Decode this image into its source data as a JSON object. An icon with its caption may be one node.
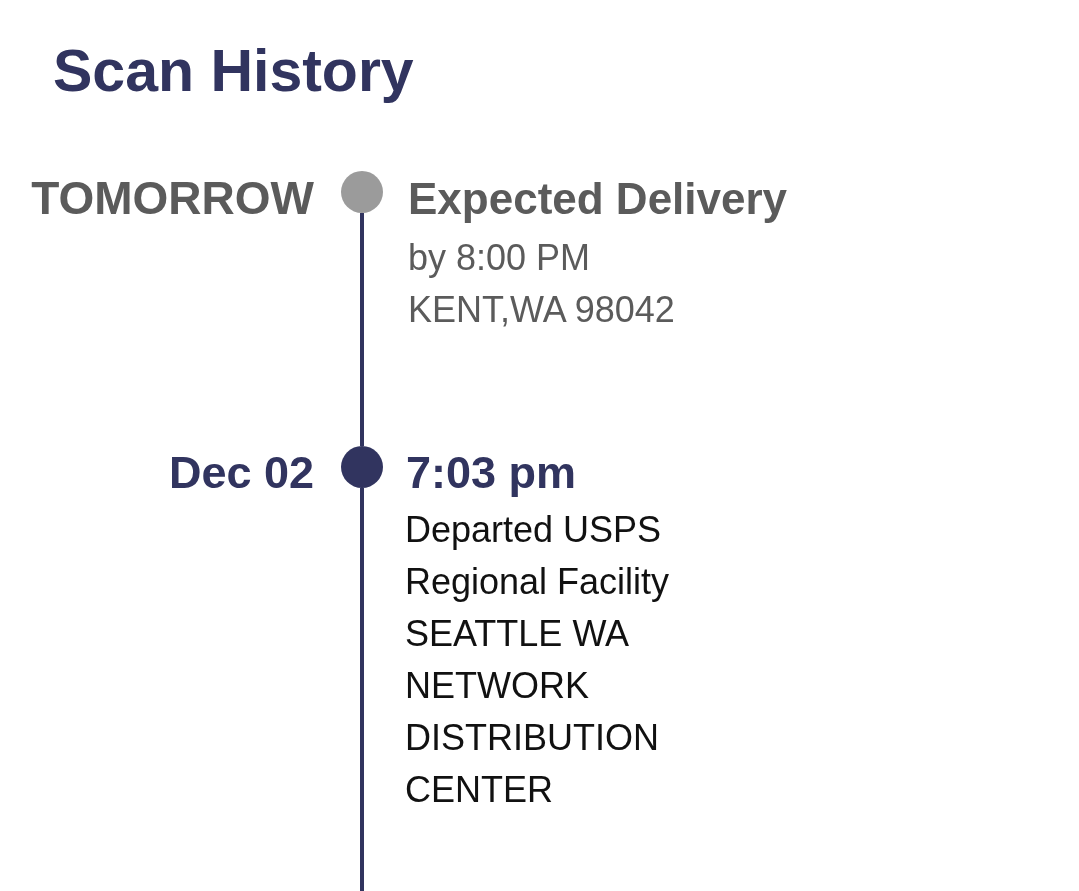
{
  "diagram": {
    "title": "Scan History",
    "nodes": [
      {
        "text": [],
        "shape": "circle",
        "beside": [
          "TOMORROW",
          "Expected Delivery",
          "by 8:00 PM",
          "KENT,WA 98042"
        ]
      },
      {
        "text": [],
        "shape": "circle",
        "beside": [
          "Dec 02",
          "7:03 pm",
          "Departed USPS Regional Facility SEATTLE WA NETWORK DISTRIBUTION CENTER"
        ]
      }
    ],
    "edges": [
      {
        "from": 0,
        "to": 1,
        "arrow": "none"
      },
      {
        "from": 1,
        "to": null,
        "arrow": "none"
      }
    ]
  }
}
